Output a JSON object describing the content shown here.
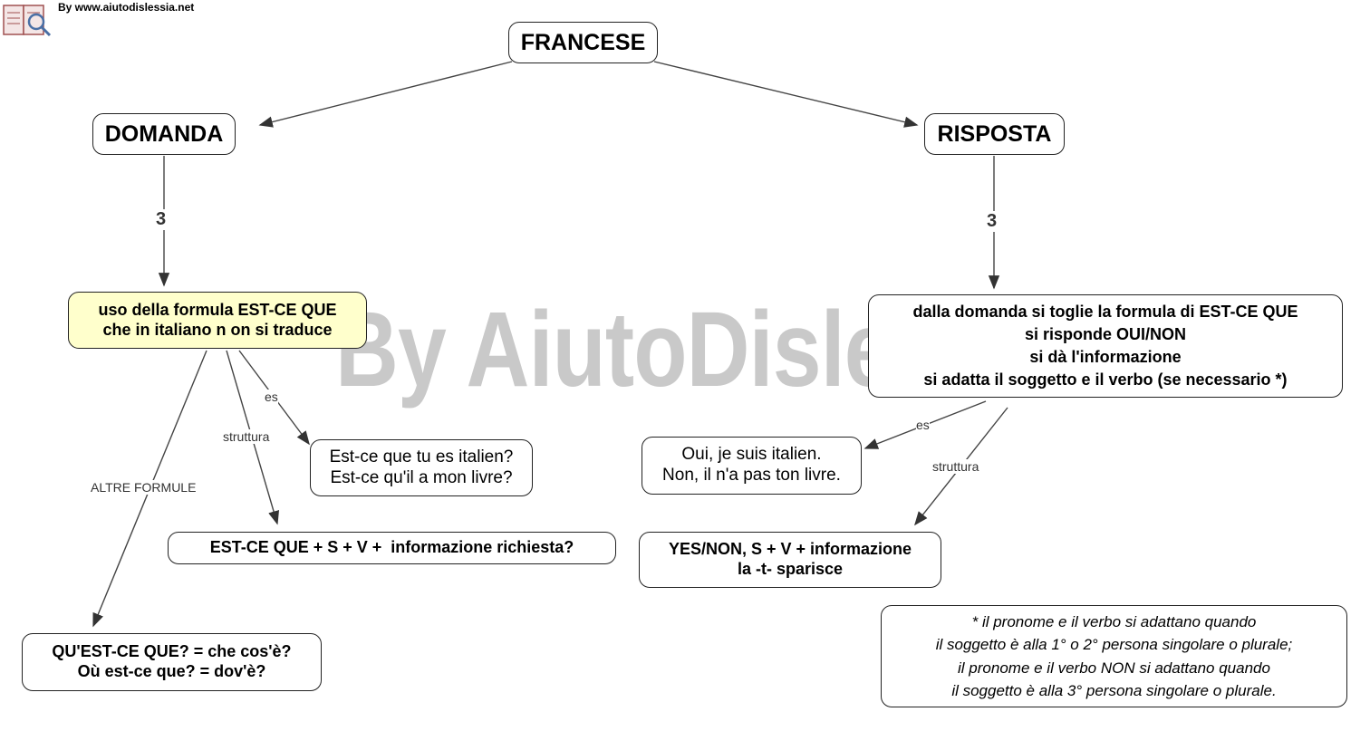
{
  "credit": "By www.aiutodislessia.net",
  "watermark": "By AiutoDislessia.net",
  "nodes": {
    "root": "FRANCESE",
    "domanda": "DOMANDA",
    "risposta": "RISPOSTA",
    "domanda_detail": [
      "uso della formula EST-CE QUE",
      "che in italiano n on si traduce"
    ],
    "domanda_example": [
      "Est-ce que tu es italien?",
      "Est-ce qu'il a mon livre?"
    ],
    "domanda_structure": "EST-CE QUE + S + V +  informazione richiesta?",
    "altre_formule": [
      "QU'EST-CE QUE? = che cos'è?",
      "Où est-ce que? = dov'è?"
    ],
    "risposta_detail": [
      "dalla domanda si toglie la formula di EST-CE QUE",
      "si risponde OUI/NON",
      "si dà l'informazione",
      "si adatta il soggetto e il verbo (se necessario *)"
    ],
    "risposta_example": [
      "Oui, je suis italien.",
      "Non, il n'a pas ton livre."
    ],
    "risposta_structure": [
      "YES/NON, S + V + informazione",
      "la -t- sparisce"
    ],
    "note": [
      "* il pronome e il verbo si adattano quando",
      "il soggetto è alla 1° o 2° persona singolare o plurale;",
      "il pronome e il verbo NON si adattano quando",
      "il soggetto è alla 3° persona singolare o plurale."
    ]
  },
  "links": {
    "domanda_count": "3",
    "risposta_count": "3",
    "es_left": "es",
    "struttura_left": "struttura",
    "altre_formule": "ALTRE FORMULE",
    "es_right": "es",
    "struttura_right": "struttura"
  },
  "colors": {
    "highlight_node": "#ffffcc",
    "watermark": "#c9c9c9",
    "stroke": "#333333"
  }
}
